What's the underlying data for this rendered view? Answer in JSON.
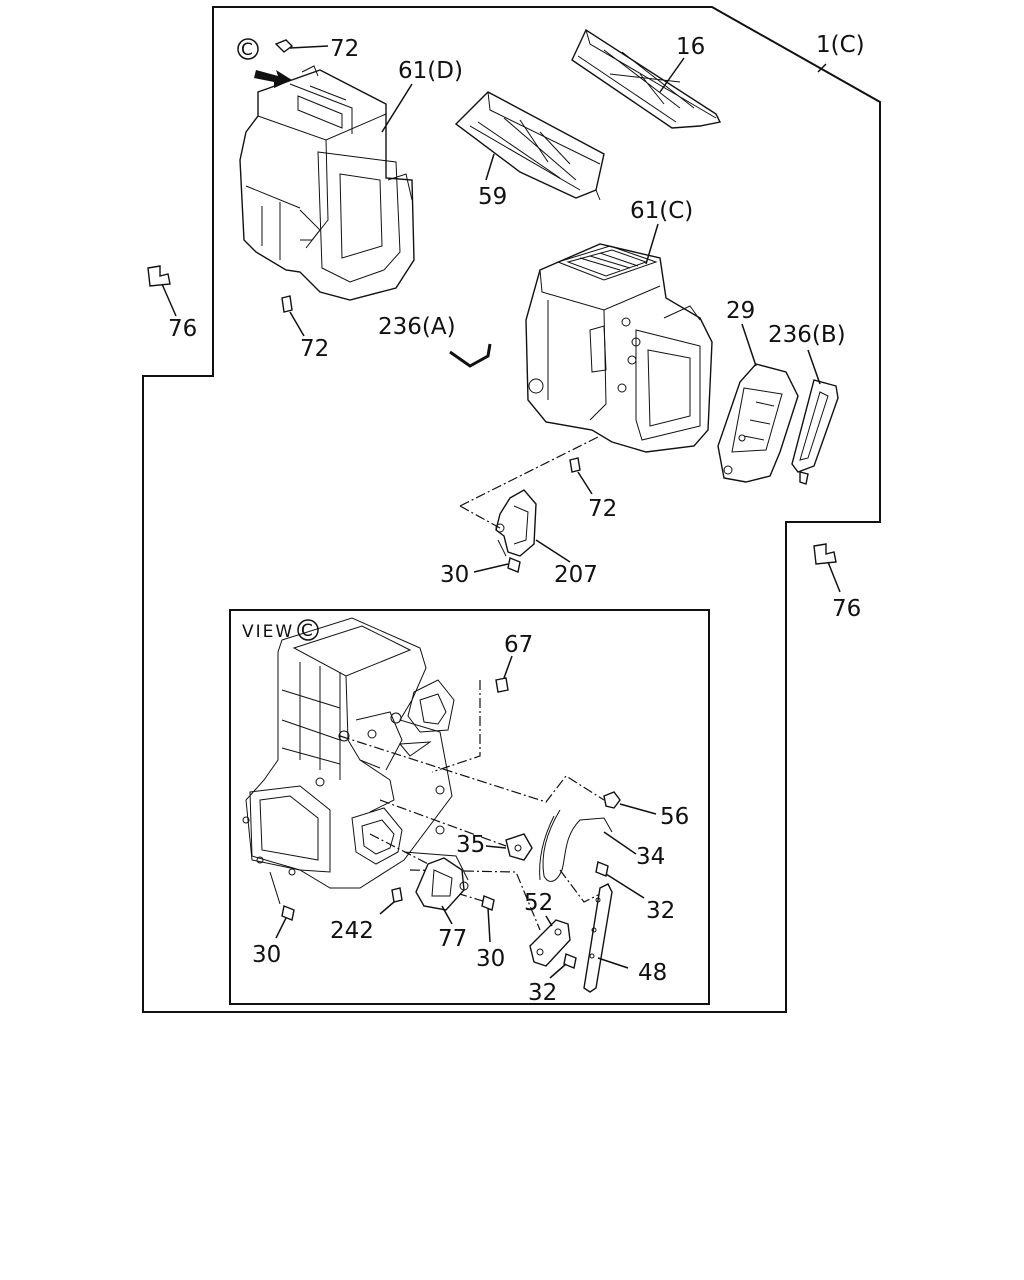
{
  "assembly_label": "1(C)",
  "view_label": "VIEW",
  "view_marker": "C",
  "callouts": {
    "c72_top": "72",
    "c61d": "61(D)",
    "c16": "16",
    "c59": "59",
    "c76_left": "76",
    "c72_mid": "72",
    "c61c": "61(C)",
    "c236a": "236(A)",
    "c29": "29",
    "c236b": "236(B)",
    "c72_low": "72",
    "c30_top": "30",
    "c207": "207",
    "c76_right": "76",
    "c67": "67",
    "c56": "56",
    "c35": "35",
    "c34": "34",
    "c32_a": "32",
    "c52": "52",
    "c242": "242",
    "c77": "77",
    "c30_a": "30",
    "c30_b": "30",
    "c48": "48",
    "c32_b": "32"
  }
}
